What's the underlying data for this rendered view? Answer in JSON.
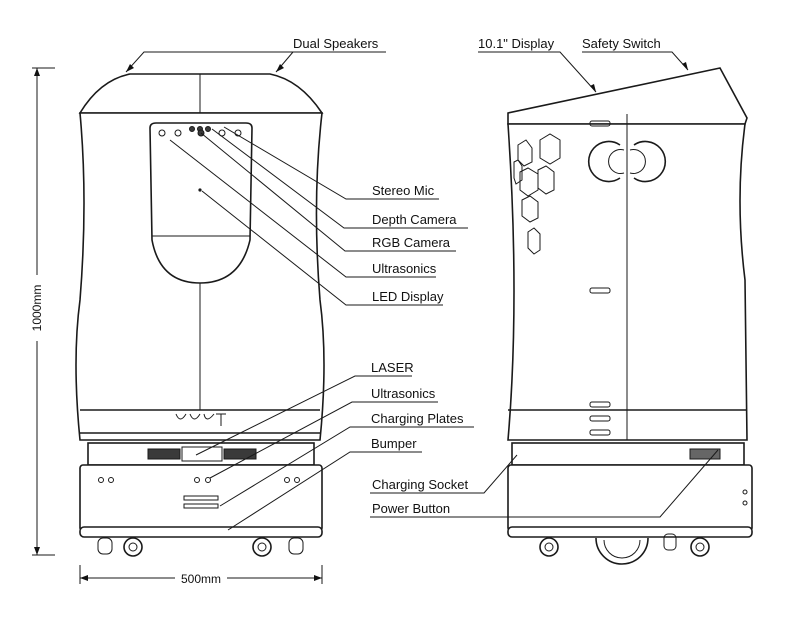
{
  "front_view": {
    "callouts": [
      "Dual Speakers",
      "Stereo Mic",
      "Depth Camera",
      "RGB Camera",
      "Ultrasonics",
      "LED Display",
      "LASER",
      "Ultrasonics",
      "Charging Plates",
      "Bumper"
    ],
    "logo_text": "bot",
    "height_dimension": "1000mm",
    "width_dimension": "500mm"
  },
  "side_view": {
    "callouts": [
      "10.1\" Display",
      "Safety Switch",
      "Charging Socket",
      "Power Button"
    ]
  }
}
